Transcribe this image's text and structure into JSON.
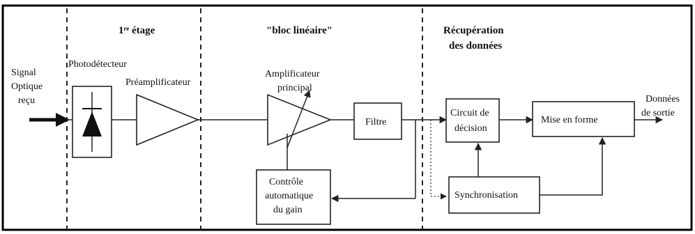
{
  "diagram": {
    "stages": {
      "first": "1ʳᵉ étage",
      "linear": "\"bloc linéaire\"",
      "recovery_line1": "Récupération",
      "recovery_line2": "des données"
    },
    "input": {
      "line1": "Signal",
      "line2": "Optique",
      "line3": "reçu"
    },
    "output": {
      "line1": "Données",
      "line2": "de sortie"
    },
    "blocks": {
      "photodetector": "Photodétecteur",
      "preamplifier": "Préamplificateur",
      "main_amp_line1": "Amplificateur",
      "main_amp_line2": "principal",
      "filter": "Filtre",
      "decision_line1": "Circuit de",
      "decision_line2": "décision",
      "shaping": "Mise en forme",
      "sync": "Synchronisation",
      "agc_line1": "Contrôle",
      "agc_line2": "automatique",
      "agc_line3": "du gain"
    }
  }
}
